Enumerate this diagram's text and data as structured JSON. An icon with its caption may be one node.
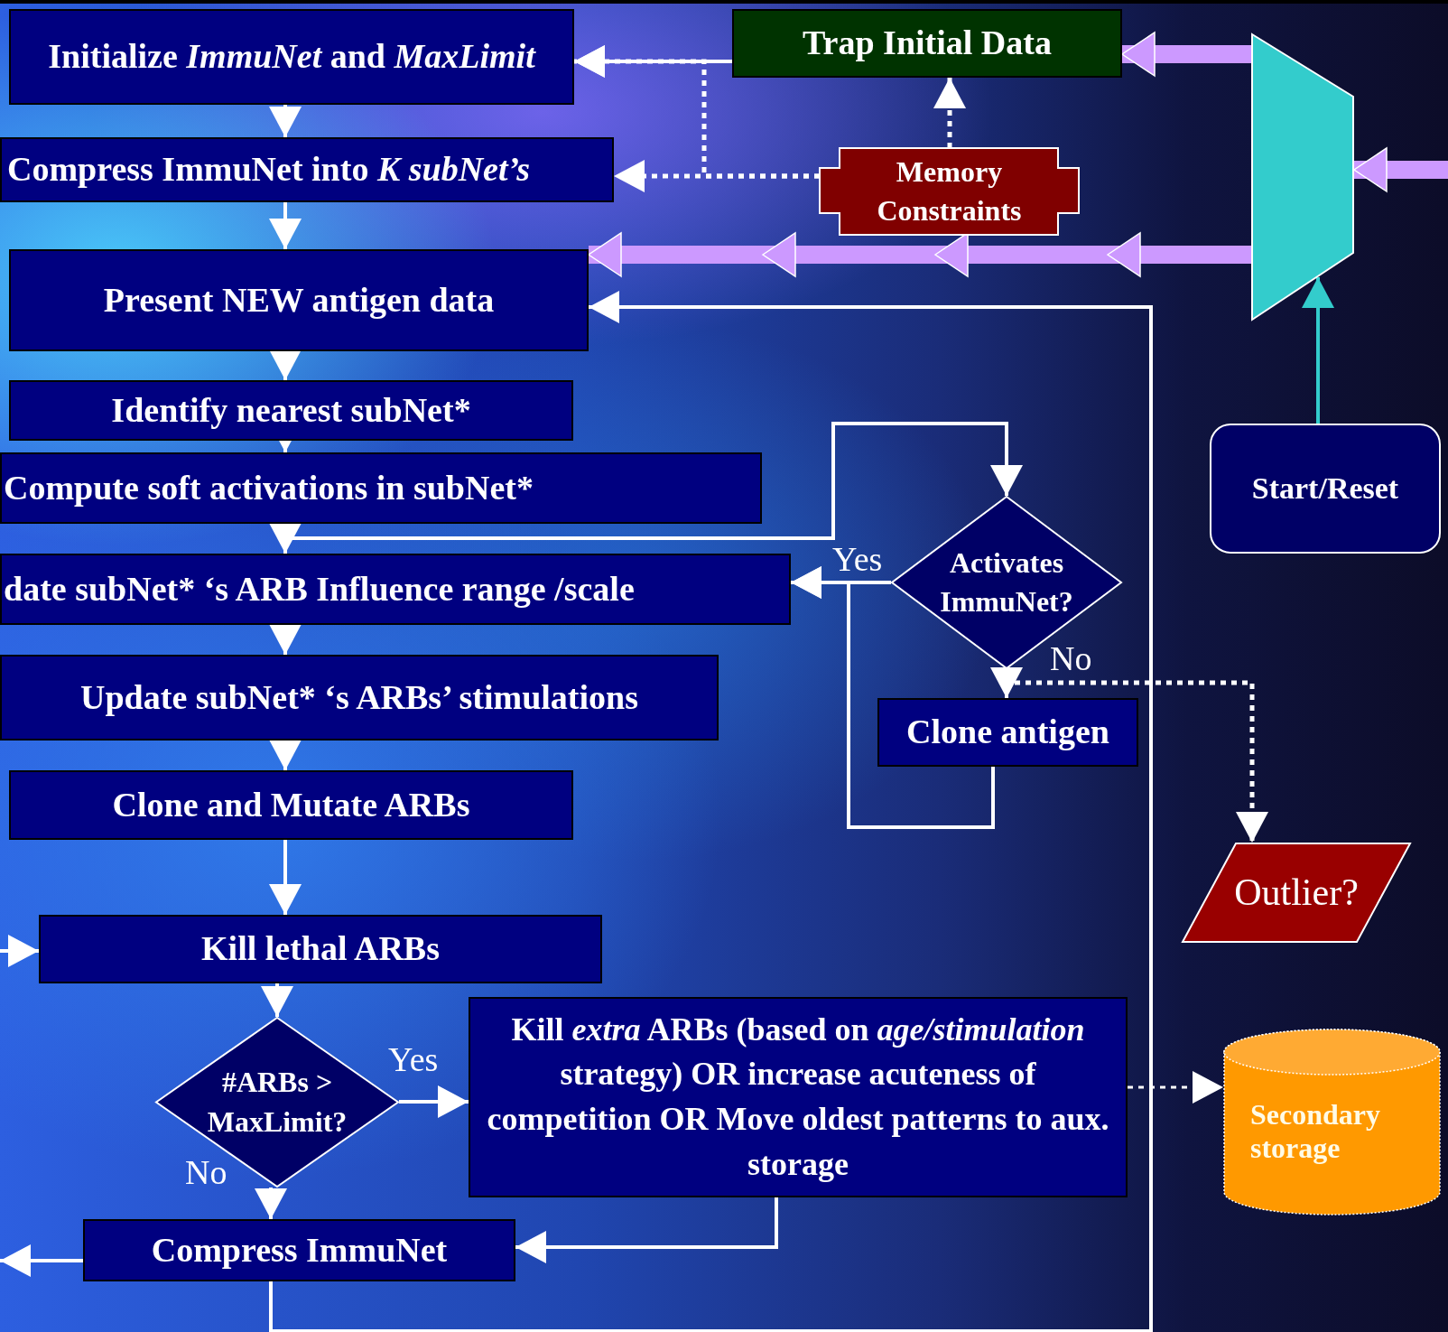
{
  "diagram": {
    "nodes": [
      {
        "text": [
          "Initialize *ImmuNet* and *MaxLimit*"
        ]
      },
      {
        "text": [
          "Trap Initial Data"
        ]
      },
      {
        "text": [
          "Compress ImmuNet into *K subNet’s*"
        ]
      },
      {
        "text": [
          "Memory Constraints"
        ]
      },
      {
        "text": [
          "Present NEW antigen data"
        ]
      },
      {
        "text": [
          "Identify nearest subNet*"
        ]
      },
      {
        "text": [
          "Compute soft activations in subNet*"
        ]
      },
      {
        "text": [
          "Activates ImmuNet?"
        ]
      },
      {
        "text": [
          "Start/Reset"
        ]
      },
      {
        "text": [
          "date subNet* ‘s ARB Influence range /scale"
        ]
      },
      {
        "text": [
          "Update subNet* ‘s ARBs’ stimulations"
        ]
      },
      {
        "text": [
          "Clone antigen"
        ]
      },
      {
        "text": [
          "Clone and Mutate ARBs"
        ]
      },
      {
        "text": [
          "Outlier?"
        ]
      },
      {
        "text": [
          "Kill lethal ARBs"
        ]
      },
      {
        "text": [
          "#ARBs > MaxLimit?"
        ]
      },
      {
        "text": [
          "Kill *extra* ARBs (based on *age/stimulation* strategy) OR increase acuteness of competition OR Move oldest patterns to aux. storage"
        ]
      },
      {
        "text": [
          "Secondary storage"
        ]
      },
      {
        "text": [
          "Compress ImmuNet"
        ]
      },
      {
        "text": [],
        "shape": "trapezoid"
      }
    ],
    "edges": [
      {
        "from": 1,
        "to": 0,
        "arrow": "to"
      },
      {
        "from": 3,
        "to": 1,
        "arrow": "to",
        "style": "dashed"
      },
      {
        "from": 3,
        "to": 2,
        "arrow": "to",
        "style": "dashed"
      },
      {
        "from": 3,
        "to": 0,
        "arrow": "to",
        "style": "dashed"
      },
      {
        "from": 0,
        "to": 2,
        "arrow": "to"
      },
      {
        "from": 2,
        "to": 4,
        "arrow": "to"
      },
      {
        "from": 4,
        "to": 5,
        "arrow": "to"
      },
      {
        "from": 5,
        "to": 6,
        "arrow": "to"
      },
      {
        "from": 6,
        "to": 9,
        "arrow": "to"
      },
      {
        "from": 6,
        "to": 7,
        "arrow": "to"
      },
      {
        "from": 7,
        "to": 9,
        "arrow": "to",
        "label": "Yes"
      },
      {
        "from": 7,
        "to": 11,
        "arrow": "to",
        "label": "No"
      },
      {
        "from": 7,
        "to": 13,
        "arrow": "to",
        "style": "dashed"
      },
      {
        "from": 11,
        "to": 9,
        "arrow": "to"
      },
      {
        "from": 9,
        "to": 10,
        "arrow": "to"
      },
      {
        "from": 10,
        "to": 12,
        "arrow": "to"
      },
      {
        "from": 12,
        "to": 14,
        "arrow": "to"
      },
      {
        "from": 14,
        "to": 15,
        "arrow": "to"
      },
      {
        "from": 15,
        "to": 16,
        "arrow": "to",
        "label": "Yes"
      },
      {
        "from": 15,
        "to": 18,
        "arrow": "to",
        "label": "No"
      },
      {
        "from": 16,
        "to": 18,
        "arrow": "to"
      },
      {
        "from": 18,
        "to": 4,
        "arrow": "to"
      },
      {
        "from": 16,
        "to": 17,
        "arrow": "to",
        "style": "dashed"
      },
      {
        "from": null,
        "to": 14,
        "arrow": "to"
      },
      {
        "from": 18,
        "to": null,
        "arrow": "to"
      },
      {
        "from": 19,
        "to": 1,
        "arrow": "to",
        "style": "thick",
        "color": "#cc99ff"
      },
      {
        "from": 19,
        "to": 4,
        "arrow": "to",
        "style": "thick",
        "color": "#cc99ff"
      },
      {
        "from": null,
        "to": 19,
        "arrow": "to",
        "style": "thick",
        "color": "#cc99ff"
      },
      {
        "from": 8,
        "to": 19,
        "arrow": "to",
        "color": "#33cccc"
      }
    ]
  }
}
